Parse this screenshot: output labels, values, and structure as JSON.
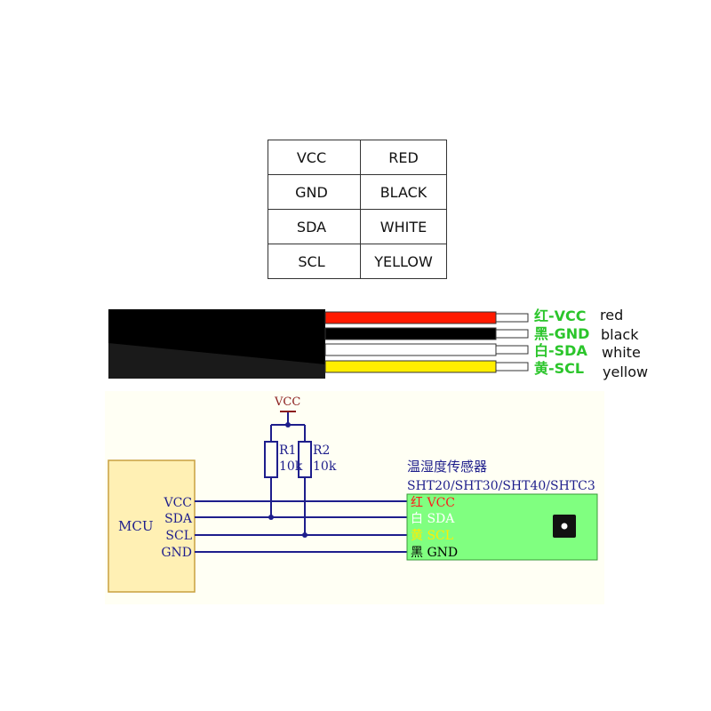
{
  "table": {
    "rows": [
      {
        "signal": "VCC",
        "color": "RED"
      },
      {
        "signal": "GND",
        "color": "BLACK"
      },
      {
        "signal": "SDA",
        "color": "WHITE"
      },
      {
        "signal": "SCL",
        "color": "YELLOW"
      }
    ]
  },
  "cable": {
    "wires": [
      {
        "label": "红-VCC",
        "english": "red",
        "color": "#ff1a00"
      },
      {
        "label": "黑-GND",
        "english": "black",
        "color": "#000000"
      },
      {
        "label": "白-SDA",
        "english": "white",
        "color": "#ffffff"
      },
      {
        "label": "黄-SCL",
        "english": "yellow",
        "color": "#ffee00"
      }
    ]
  },
  "schematic": {
    "vcc_label": "VCC",
    "r1_name": "R1",
    "r1_value": "10k",
    "r2_name": "R2",
    "r2_value": "10k",
    "mcu_label": "MCU",
    "mcu_pins": [
      "VCC",
      "SDA",
      "SCL",
      "GND"
    ],
    "sensor_title": "温湿度传感器",
    "sensor_models": "SHT20/SHT30/SHT40/SHTC3",
    "sensor_pins": [
      {
        "cn": "红",
        "en": "VCC",
        "color": "#ff1a1a"
      },
      {
        "cn": "白",
        "en": "SDA",
        "color": "#ffffff"
      },
      {
        "cn": "黄",
        "en": "SCL",
        "color": "#ffee00"
      },
      {
        "cn": "黑",
        "en": "GND",
        "color": "#000000"
      }
    ],
    "colors": {
      "background": "#fffff4",
      "mcu_fill": "#fff0b4",
      "mcu_border": "#c8a040",
      "wire": "#1e1e8c",
      "resistor": "#1e1e8c",
      "text": "#1e1e8c",
      "vcc_text": "#8b1e1e",
      "sensor_fill": "#80ff80",
      "sensor_border": "#3a9a3a"
    }
  }
}
